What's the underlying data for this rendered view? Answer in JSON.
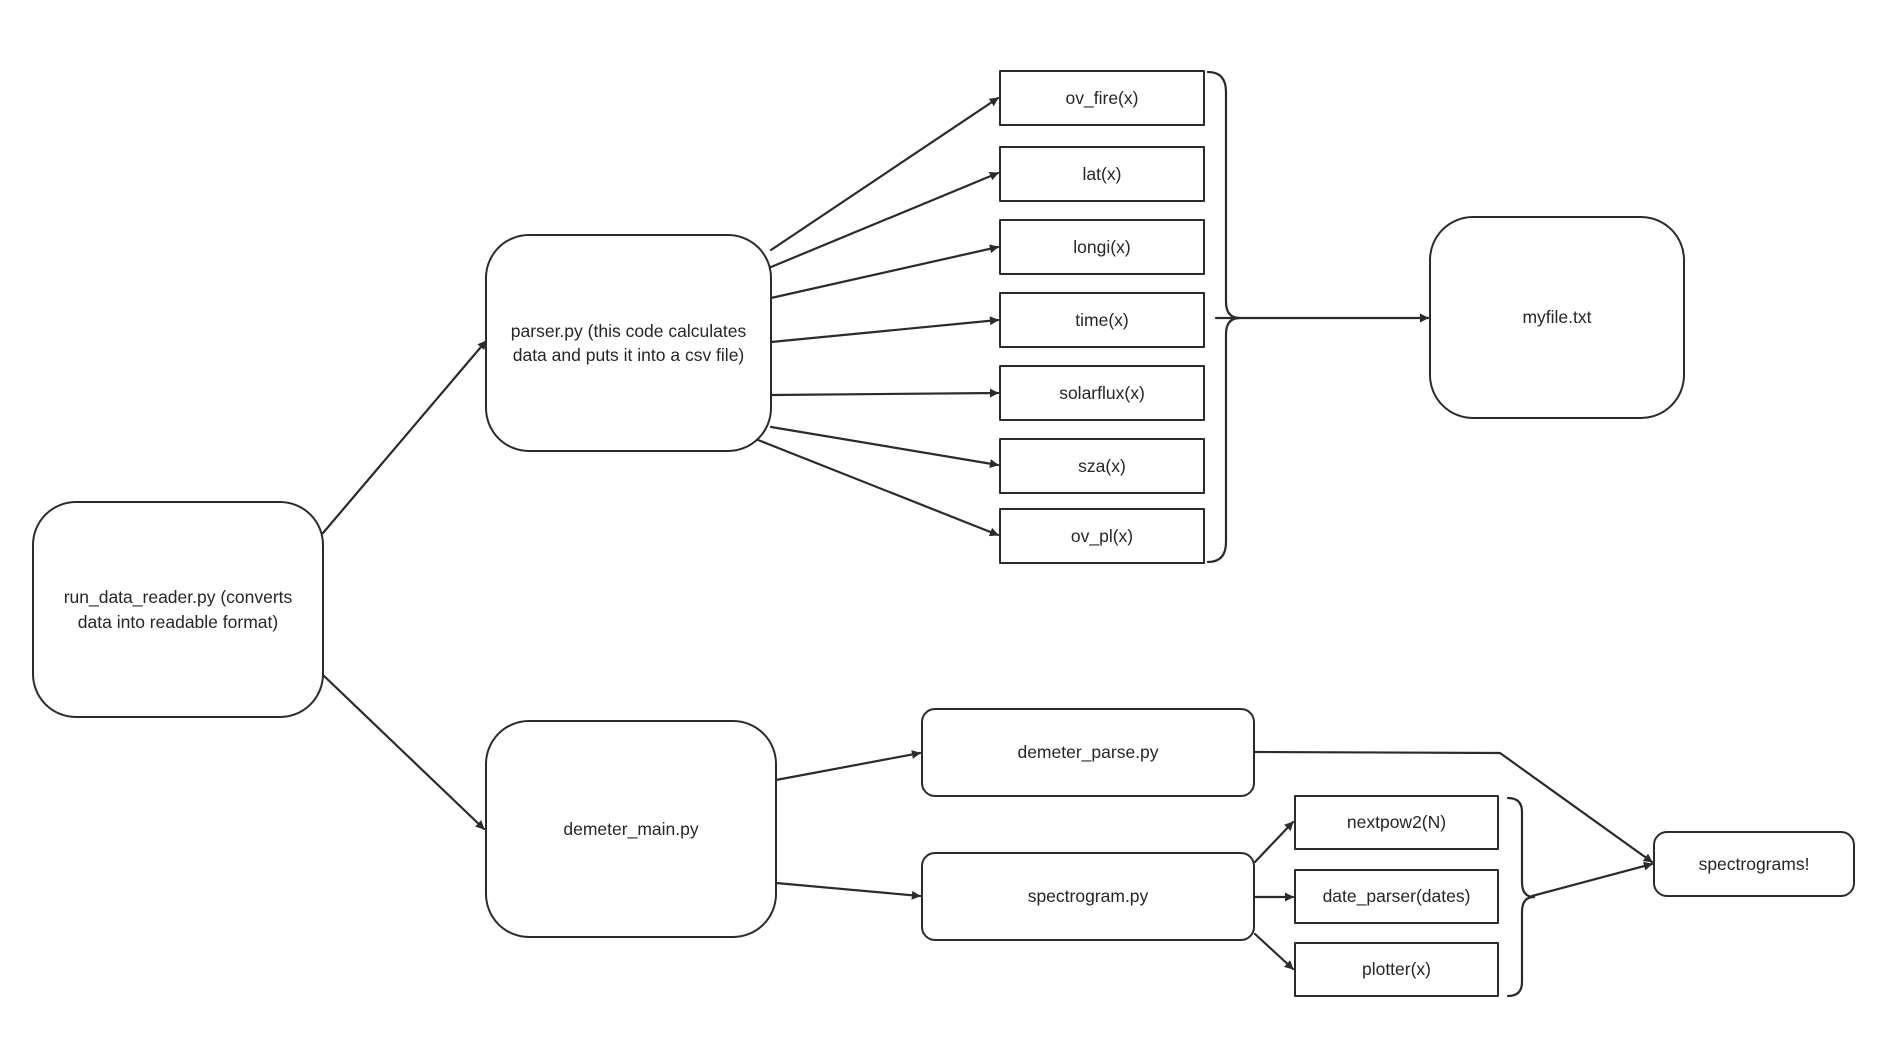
{
  "nodes": {
    "run_data_reader": "run_data_reader.py (converts data into readable format)",
    "parser": "parser.py (this code calculates data and puts it into a csv file)",
    "ov_fire": "ov_fire(x)",
    "lat": "lat(x)",
    "longi": "longi(x)",
    "time": "time(x)",
    "solarflux": "solarflux(x)",
    "sza": "sza(x)",
    "ov_pl": "ov_pl(x)",
    "myfile": "myfile.txt",
    "demeter_main": "demeter_main.py",
    "demeter_parse": "demeter_parse.py",
    "spectrogram": "spectrogram.py",
    "nextpow2": "nextpow2(N)",
    "date_parser": "date_parser(dates)",
    "plotter": "plotter(x)",
    "spectrograms": "spectrograms!"
  },
  "edges": [
    {
      "from": "run_data_reader",
      "to": "parser"
    },
    {
      "from": "run_data_reader",
      "to": "demeter_main"
    },
    {
      "from": "parser",
      "to": "ov_fire"
    },
    {
      "from": "parser",
      "to": "lat"
    },
    {
      "from": "parser",
      "to": "longi"
    },
    {
      "from": "parser",
      "to": "time"
    },
    {
      "from": "parser",
      "to": "solarflux"
    },
    {
      "from": "parser",
      "to": "sza"
    },
    {
      "from": "parser",
      "to": "ov_pl"
    },
    {
      "from": "functions_group",
      "to": "myfile"
    },
    {
      "from": "demeter_main",
      "to": "demeter_parse"
    },
    {
      "from": "demeter_main",
      "to": "spectrogram"
    },
    {
      "from": "spectrogram",
      "to": "nextpow2"
    },
    {
      "from": "spectrogram",
      "to": "date_parser"
    },
    {
      "from": "spectrogram",
      "to": "plotter"
    },
    {
      "from": "demeter_parse",
      "to": "spectrograms"
    },
    {
      "from": "spectrogram_functions_group",
      "to": "spectrograms"
    }
  ],
  "colors": {
    "stroke": "#2b2b2b",
    "background": "#ffffff",
    "text": "#262626"
  }
}
